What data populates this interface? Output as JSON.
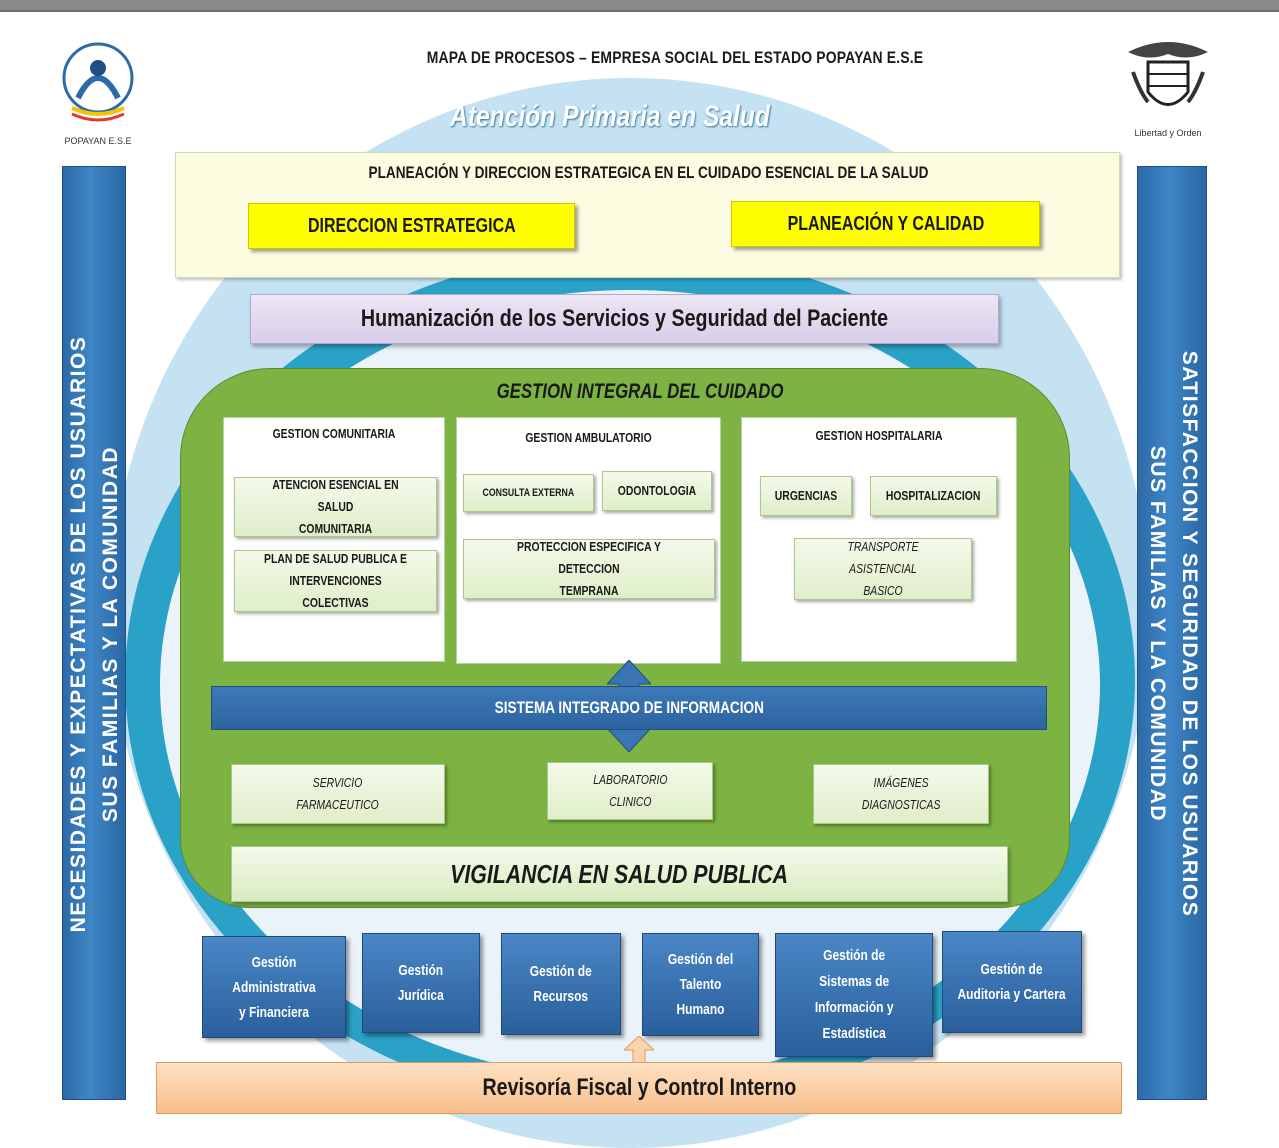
{
  "header": {
    "title": "MAPA DE PROCESOS – EMPRESA SOCIAL DEL ESTADO  POPAYAN E.S.E",
    "ring_title": "Atención Primaria en Salud",
    "logo_left_caption": "POPAYAN E.S.E",
    "logo_right_caption": "Libertad y Orden"
  },
  "left_band": {
    "line1": "NECESIDADES Y EXPECTATIVAS DE LOS USUARIOS",
    "line2": "SUS FAMILIAS Y LA COMUNIDAD"
  },
  "right_band": {
    "line1": "SATISFACCION Y SEGURIDAD DE LOS USUARIOS",
    "line2": "SUS FAMILIAS Y LA COMUNIDAD"
  },
  "planning": {
    "title": "PLANEACIÓN Y DIRECCION ESTRATEGICA EN EL CUIDADO  ESENCIAL DE LA SALUD",
    "left_box": "DIRECCION ESTRATEGICA",
    "right_box": "PLANEACIÓN Y CALIDAD"
  },
  "humanization": "Humanización de los Servicios y  Seguridad del Paciente",
  "care": {
    "title": "GESTION  INTEGRAL DEL CUIDADO",
    "comunitaria": {
      "title": "GESTION COMUNITARIA",
      "item1_l1": "ATENCION ESENCIAL EN SALUD",
      "item1_l2": "COMUNITARIA",
      "item2_l1": "PLAN DE SALUD PUBLICA E",
      "item2_l2": "INTERVENCIONES COLECTIVAS"
    },
    "ambulatorio": {
      "title": "GESTION AMBULATORIO",
      "item1": "CONSULTA EXTERNA",
      "item2": "ODONTOLOGIA",
      "item3_l1": "PROTECCION ESPECIFICA Y DETECCION",
      "item3_l2": "TEMPRANA"
    },
    "hospitalaria": {
      "title": "GESTION HOSPITALARIA",
      "item1": "URGENCIAS",
      "item2": "HOSPITALIZACION",
      "item3_l1": "TRANSPORTE ASISTENCIAL",
      "item3_l2": "BASICO"
    },
    "info_system": "SISTEMA INTEGRADO DE INFORMACION",
    "support": {
      "s1_l1": "SERVICIO",
      "s1_l2": "FARMACEUTICO",
      "s2_l1": "LABORATORIO",
      "s2_l2": "CLINICO",
      "s3_l1": "IMÁGENES",
      "s3_l2": "DIAGNOSTICAS"
    },
    "vigilancia": "VIGILANCIA EN SALUD PUBLICA"
  },
  "admin": {
    "b1_l1": "Gestión Administrativa",
    "b1_l2": "y Financiera",
    "b2_l1": "Gestión",
    "b2_l2": "Jurídica",
    "b3_l1": "Gestión de",
    "b3_l2": "Recursos",
    "b4_l1": "Gestión del",
    "b4_l2": "Talento Humano",
    "b5_l1": "Gestión de",
    "b5_l2": "Sistemas de",
    "b5_l3": "Información y",
    "b5_l4": "Estadística",
    "b6_l1": "Gestión de",
    "b6_l2": "Auditoria y Cartera"
  },
  "control": "Revisoría Fiscal y Control Interno",
  "colors": {
    "ring_outer": "#29a3c8",
    "ring_light": "#c4e2f2",
    "green": "#7cb342",
    "blue_band": "#2c6aa8",
    "yellow": "#ffff00",
    "orange": "#f8bf8c"
  }
}
